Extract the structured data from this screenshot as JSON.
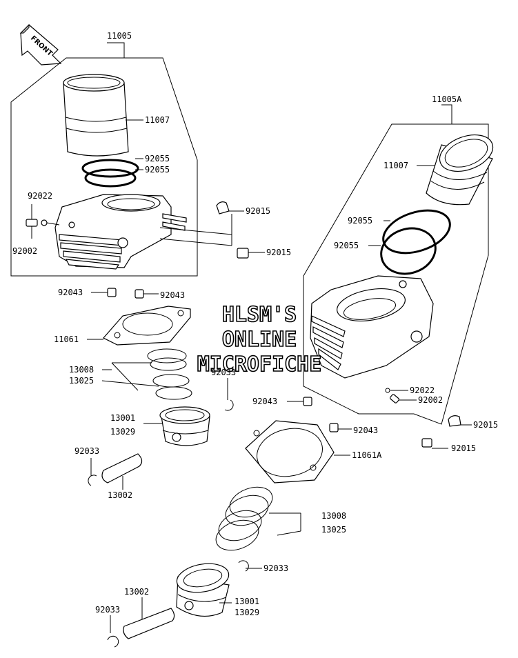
{
  "front_label": "FRONT",
  "watermark": [
    "HLSM'S",
    "ONLINE",
    "MICROFICHE"
  ],
  "labels": {
    "l11005": "11005",
    "l11005a": "11005A",
    "l11007_a": "11007",
    "l11007_b": "11007",
    "l92055_a1": "92055",
    "l92055_a2": "92055",
    "l92055_b1": "92055",
    "l92055_b2": "92055",
    "l92022_a": "92022",
    "l92022_b": "92022",
    "l92002_a": "92002",
    "l92002_b": "92002",
    "l92015_a1": "92015",
    "l92015_a2": "92015",
    "l92015_b1": "92015",
    "l92015_b2": "92015",
    "l92043_a1": "92043",
    "l92043_a2": "92043",
    "l92043_b1": "92043",
    "l92043_b2": "92043",
    "l11061": "11061",
    "l11061a": "11061A",
    "l13008_a": "13008",
    "l13025_a": "13025",
    "l13008_b": "13008",
    "l13025_b": "13025",
    "l92033_a1": "92033",
    "l92033_a2": "92033",
    "l92033_b1": "92033",
    "l92033_b2": "92033",
    "l13001_a": "13001",
    "l13029_a": "13029",
    "l13001_b": "13001",
    "l13029_b": "13029",
    "l13002_a": "13002",
    "l13002_b": "13002"
  }
}
